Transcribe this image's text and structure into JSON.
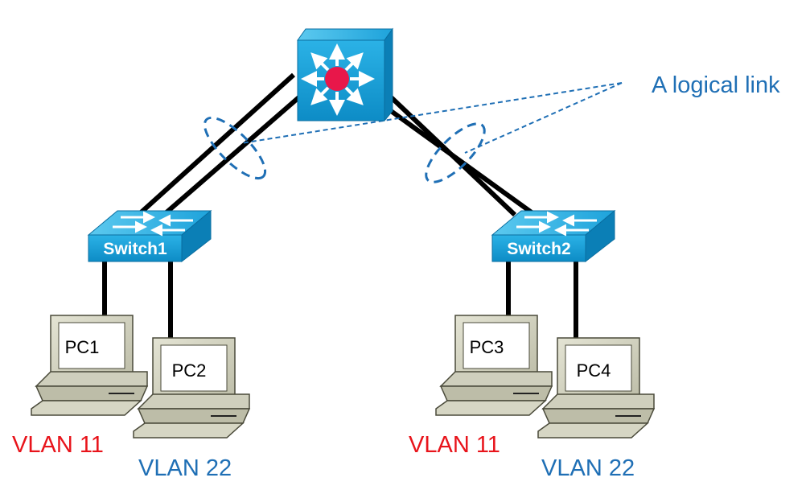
{
  "annotation": {
    "text": "A logical link"
  },
  "switches": [
    {
      "label": "Switch1"
    },
    {
      "label": "Switch2"
    }
  ],
  "pcs": [
    {
      "label": "PC1",
      "vlan": "VLAN 11"
    },
    {
      "label": "PC2",
      "vlan": "VLAN 22"
    },
    {
      "label": "PC3",
      "vlan": "VLAN 11"
    },
    {
      "label": "PC4",
      "vlan": "VLAN 22"
    }
  ],
  "colors": {
    "vlan11": "#e8141b",
    "vlan22": "#1f6fb5",
    "annotation": "#1f6fb5",
    "device_blue": "#1aa0d8",
    "router_center": "#e8174a"
  }
}
